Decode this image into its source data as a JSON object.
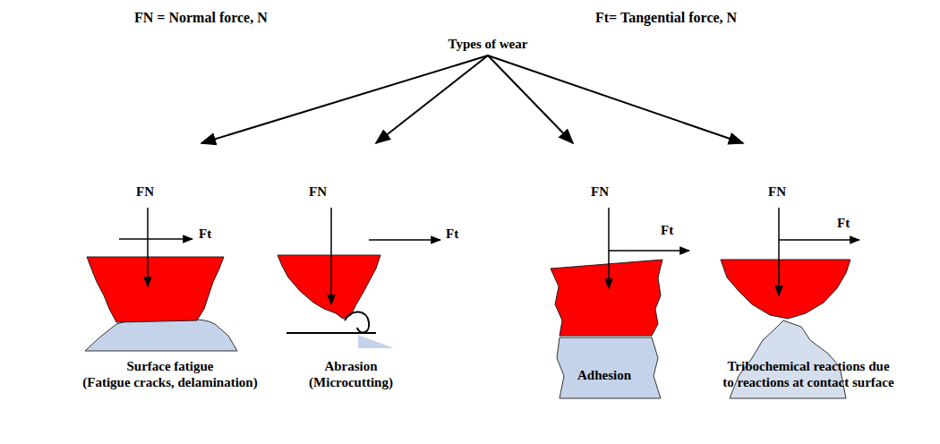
{
  "diagram": {
    "nodes": [
      {
        "text": [
          "Types of wear"
        ]
      },
      {
        "text": [
          "Surface fatigue (Fatigue cracks, delamination)"
        ]
      },
      {
        "text": [
          "Abrasion (Microcutting)"
        ]
      },
      {
        "text": [
          "Adhesion"
        ]
      },
      {
        "text": [
          "Tribochemical reactions due to reactions at contact surface"
        ]
      }
    ],
    "edges": [
      {
        "from": 0,
        "to": 1,
        "arrow": "to"
      },
      {
        "from": 0,
        "to": 2,
        "arrow": "to"
      },
      {
        "from": 0,
        "to": 3,
        "arrow": "to"
      },
      {
        "from": 0,
        "to": 4,
        "arrow": "to"
      }
    ],
    "labels": [
      "FN = Normal force, N",
      "Ft= Tangential force, N",
      "FN",
      "Ft",
      "FN",
      "Ft",
      "FN",
      "Ft",
      "FN",
      "Ft"
    ]
  }
}
